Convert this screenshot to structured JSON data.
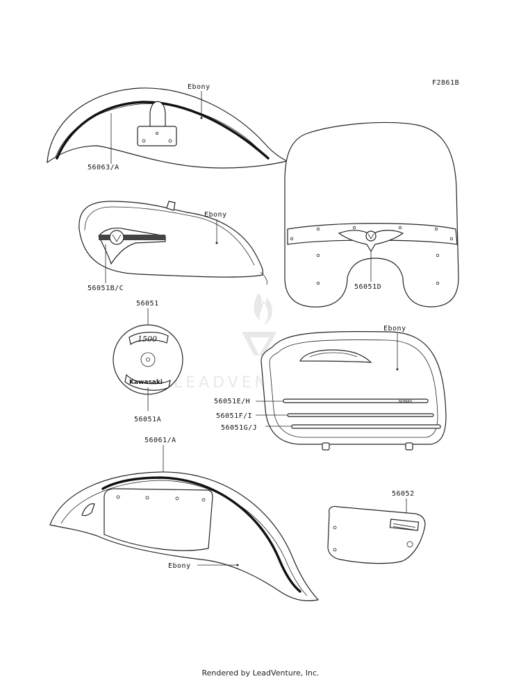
{
  "diagram_code": "F2861B",
  "labels": {
    "front_fender_part": "56063/A",
    "front_fender_color": "Ebony",
    "tank_part": "56051B/C",
    "tank_color": "Ebony",
    "windshield_part": "56051D",
    "cover_part_top": "56051",
    "cover_part_bottom": "56051A",
    "saddlebag_color": "Ebony",
    "saddlebag_part_1": "56051E/H",
    "saddlebag_part_2": "56051F/I",
    "saddlebag_part_3": "56051G/J",
    "rear_fender_part": "56061/A",
    "rear_fender_color": "Ebony",
    "side_cover_part": "56052"
  },
  "emblem_text": {
    "cover_top": "1500",
    "cover_bottom": "Kawasaki",
    "saddlebag_stripe": "NOMAD"
  },
  "watermark": "LEADVENTURE",
  "footer": "Rendered by LeadVenture, Inc."
}
